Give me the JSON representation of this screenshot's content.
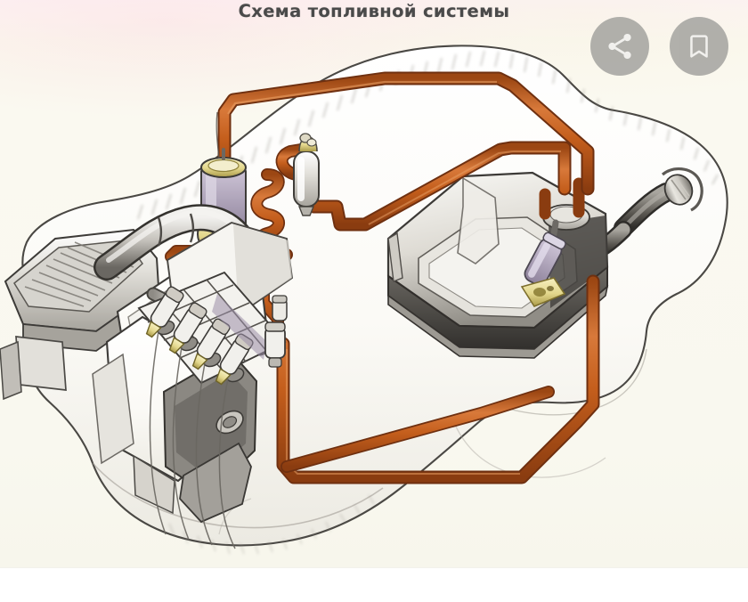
{
  "viewer": {
    "title": "Схема топливной системы",
    "background_color": "#faf8ef",
    "page_color": "#ffffff"
  },
  "actions": [
    {
      "id": "share",
      "icon": "share-icon",
      "label": "Поделиться",
      "circle_color": "#a6a6a2",
      "glyph_color": "#f0f0ee"
    },
    {
      "id": "bookmark",
      "icon": "bookmark-icon",
      "label": "Сохранить",
      "circle_color": "#a6a6a2",
      "glyph_color": "#f0f0ee"
    }
  ],
  "diagram": {
    "kind": "technical-cutaway-illustration",
    "subject": "Топливная система автомобиля",
    "palette": {
      "fuel_line": "#c4601e",
      "fuel_line_shadow": "#8f3f12",
      "fuel_line_highlight": "#e08a49",
      "body_outline": "#3a3a38",
      "body_fill": "#fbfaf5",
      "body_shade": "#d8d5cd",
      "metal_light": "#efeee9",
      "metal_mid": "#c9c7c1",
      "metal_dark": "#6e6c68",
      "metal_darkest": "#3d3b38",
      "brass": "#e8dd9b",
      "brass_dark": "#b9a856",
      "violet_shade": "#a99ab5",
      "tank_dark": "#4a4844"
    },
    "components": [
      {
        "id": "car-body",
        "name": "Кузов автомобиля (контур)"
      },
      {
        "id": "air-filter",
        "name": "Воздушный фильтр"
      },
      {
        "id": "intake-hose",
        "name": "Патрубок впуска"
      },
      {
        "id": "engine-block",
        "name": "Двигатель"
      },
      {
        "id": "fuel-rail",
        "name": "Топливная рампа"
      },
      {
        "id": "injectors",
        "name": "Форсунки",
        "count": 4
      },
      {
        "id": "pressure-regulator",
        "name": "Регулятор давления топлива"
      },
      {
        "id": "canister",
        "name": "Адсорбер"
      },
      {
        "id": "fuel-filter",
        "name": "Топливный фильтр"
      },
      {
        "id": "fuel-tank",
        "name": "Топливный бак"
      },
      {
        "id": "fuel-pump-module",
        "name": "Топливный насос (модуль)"
      },
      {
        "id": "filler-neck",
        "name": "Наливная горловина"
      },
      {
        "id": "supply-line",
        "name": "Подающая магистраль"
      },
      {
        "id": "return-line",
        "name": "Сливная магистраль"
      }
    ]
  }
}
